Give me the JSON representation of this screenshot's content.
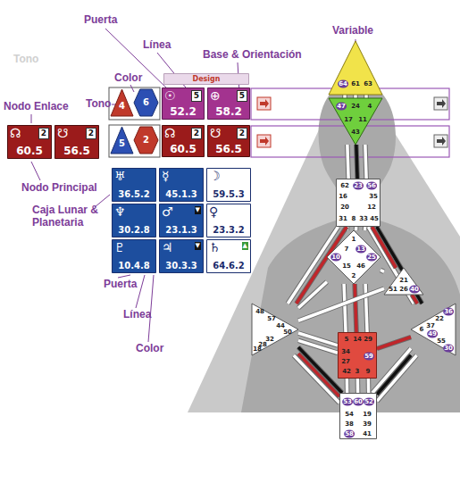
{
  "diagram": {
    "nodes": [
      {
        "text": [
          "Design"
        ]
      },
      {
        "text": [
          "4"
        ]
      },
      {
        "text": [
          "6"
        ]
      },
      {
        "text": [
          "☉",
          "5",
          "52.2"
        ]
      },
      {
        "text": [
          "⊕",
          "5",
          "58.2"
        ]
      },
      {
        "text": [
          "☊",
          "2",
          "60.5"
        ]
      },
      {
        "text": [
          "☋",
          "2",
          "56.5"
        ]
      },
      {
        "text": [
          "5"
        ]
      },
      {
        "text": [
          "2"
        ]
      },
      {
        "text": [
          "☊",
          "2",
          "60.5"
        ]
      },
      {
        "text": [
          "☋",
          "2",
          "56.5"
        ]
      },
      {
        "text": [
          "♅",
          "36.5.2"
        ]
      },
      {
        "text": [
          "☿",
          "45.1.3"
        ]
      },
      {
        "text": [
          "☽",
          "59.5.3"
        ]
      },
      {
        "text": [
          "♆",
          "30.2.8"
        ]
      },
      {
        "text": [
          "♂",
          "23.1.3",
          "▼"
        ]
      },
      {
        "text": [
          "♀",
          "23.3.2"
        ]
      },
      {
        "text": [
          "♇",
          "10.4.8"
        ]
      },
      {
        "text": [
          "♃",
          "30.3.3",
          "▼"
        ]
      },
      {
        "text": [
          "♄",
          "64.6.2",
          "▲"
        ]
      },
      {
        "text": [
          "64",
          "61",
          "63"
        ]
      },
      {
        "text": [
          "47",
          "24",
          "4",
          "17",
          "43",
          "11"
        ]
      },
      {
        "text": [
          "62",
          "23",
          "56",
          "16",
          "35",
          "20",
          "12",
          "31",
          "8",
          "33",
          "45"
        ]
      },
      {
        "text": [
          "1",
          "7",
          "13",
          "10",
          "25",
          "15",
          "46",
          "2"
        ]
      },
      {
        "text": [
          "21",
          "51",
          "26",
          "40"
        ]
      },
      {
        "text": [
          "48",
          "57",
          "44",
          "50",
          "32",
          "28",
          "18"
        ]
      },
      {
        "text": [
          "5",
          "14",
          "29",
          "34",
          "27",
          "59",
          "42",
          "3",
          "9"
        ]
      },
      {
        "text": [
          "36",
          "22",
          "37",
          "6",
          "49",
          "55",
          "30"
        ]
      },
      {
        "text": [
          "53",
          "60",
          "52",
          "54",
          "19",
          "38",
          "39",
          "58",
          "41"
        ]
      }
    ],
    "edges": [
      {
        "from": 20,
        "to": 21,
        "arrow": "none"
      },
      {
        "from": 20,
        "to": 21,
        "arrow": "none"
      },
      {
        "from": 20,
        "to": 21,
        "arrow": "none"
      },
      {
        "from": 21,
        "to": 22,
        "arrow": "none"
      },
      {
        "from": 21,
        "to": 22,
        "arrow": "none"
      },
      {
        "from": 21,
        "to": 22,
        "arrow": "none"
      },
      {
        "from": 22,
        "to": 23,
        "arrow": "none"
      },
      {
        "from": 22,
        "to": 23,
        "arrow": "none"
      },
      {
        "from": 22,
        "to": 23,
        "arrow": "none"
      },
      {
        "from": 22,
        "to": 25,
        "arrow": "none"
      },
      {
        "from": 22,
        "to": 25,
        "arrow": "none"
      },
      {
        "from": 22,
        "to": 27,
        "arrow": "none"
      },
      {
        "from": 22,
        "to": 27,
        "arrow": "none"
      },
      {
        "from": 22,
        "to": 24,
        "arrow": "none"
      },
      {
        "from": 23,
        "to": 24,
        "arrow": "none"
      },
      {
        "from": 23,
        "to": 26,
        "arrow": "none"
      },
      {
        "from": 23,
        "to": 26,
        "arrow": "none"
      },
      {
        "from": 23,
        "to": 26,
        "arrow": "none"
      },
      {
        "from": 23,
        "to": 25,
        "arrow": "none"
      },
      {
        "from": 24,
        "to": 25,
        "arrow": "none"
      },
      {
        "from": 24,
        "to": 27,
        "arrow": "none"
      },
      {
        "from": 25,
        "to": 26,
        "arrow": "none"
      },
      {
        "from": 25,
        "to": 26,
        "arrow": "none"
      },
      {
        "from": 26,
        "to": 27,
        "arrow": "none"
      },
      {
        "from": 26,
        "to": 28,
        "arrow": "none"
      },
      {
        "from": 26,
        "to": 28,
        "arrow": "none"
      },
      {
        "from": 26,
        "to": 28,
        "arrow": "none"
      },
      {
        "from": 25,
        "to": 28,
        "arrow": "none"
      },
      {
        "from": 25,
        "to": 28,
        "arrow": "none"
      },
      {
        "from": 25,
        "to": 28,
        "arrow": "none"
      },
      {
        "from": 27,
        "to": 28,
        "arrow": "none"
      },
      {
        "from": 27,
        "to": 28,
        "arrow": "none"
      },
      {
        "from": 27,
        "to": 28,
        "arrow": "none"
      }
    ],
    "labels": [
      "Tono",
      "Puerta",
      "Línea",
      "Base & Orientación",
      "Variable",
      "Color",
      "Tono",
      "Nodo Enlace",
      "Nodo Principal",
      "Caja Lunar & Planetaria",
      "Puerta",
      "Línea",
      "Color"
    ]
  }
}
